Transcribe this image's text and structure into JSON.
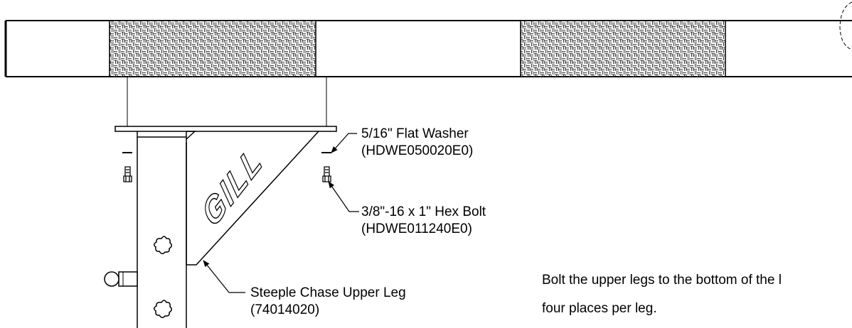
{
  "callouts": {
    "washer": {
      "line1": "5/16\" Flat Washer",
      "line2": "(HDWE050020E0)"
    },
    "bolt": {
      "line1": "3/8\"-16 x 1\" Hex Bolt",
      "line2": "(HDWE011240E0)"
    },
    "upper_leg": {
      "line1": "Steeple Chase Upper Leg",
      "line2": "(74014020)"
    }
  },
  "logo_text": "GILL",
  "instructions": {
    "line1": "Bolt the upper legs to the bottom of the l",
    "line2": "four places per leg."
  }
}
